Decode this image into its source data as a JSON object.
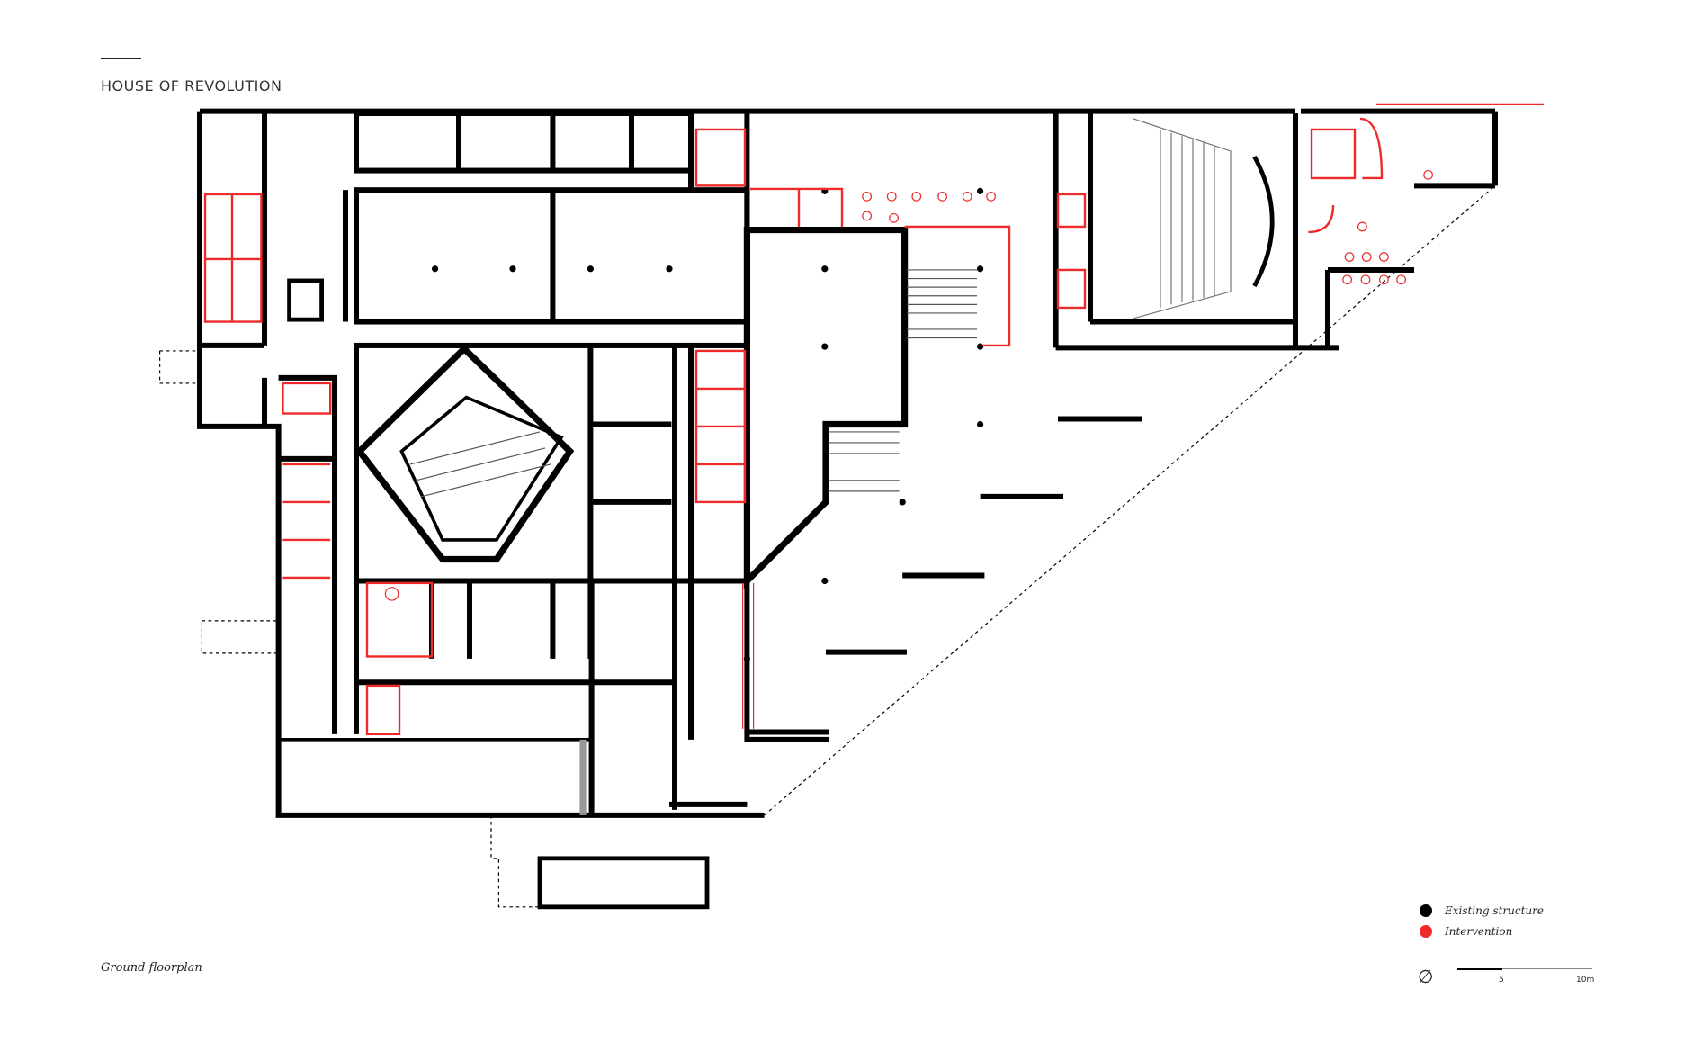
{
  "header": {
    "title": "HOUSE OF REVOLUTION"
  },
  "caption": "Ground floorplan",
  "legend": [
    {
      "label": "Existing structure",
      "color": "#000000"
    },
    {
      "label": "Intervention",
      "color": "#ee2a2a"
    }
  ],
  "scale": {
    "mid_label": "5",
    "end_label": "10m",
    "north_icon": "north-arrow-icon"
  },
  "colors": {
    "wall": "#000000",
    "intervention": "#ee2a2a"
  }
}
